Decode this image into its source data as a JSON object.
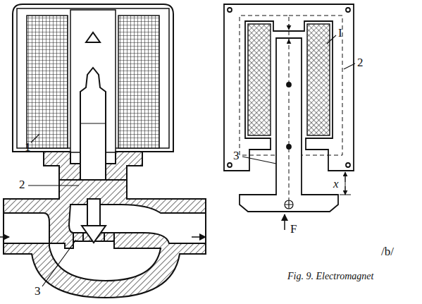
{
  "diagram": {
    "caption": "Fig. 9. Electromagnet",
    "labels": [
      "1",
      "2",
      "3",
      "I",
      "2",
      "3",
      "x",
      "F",
      "/b/"
    ]
  }
}
